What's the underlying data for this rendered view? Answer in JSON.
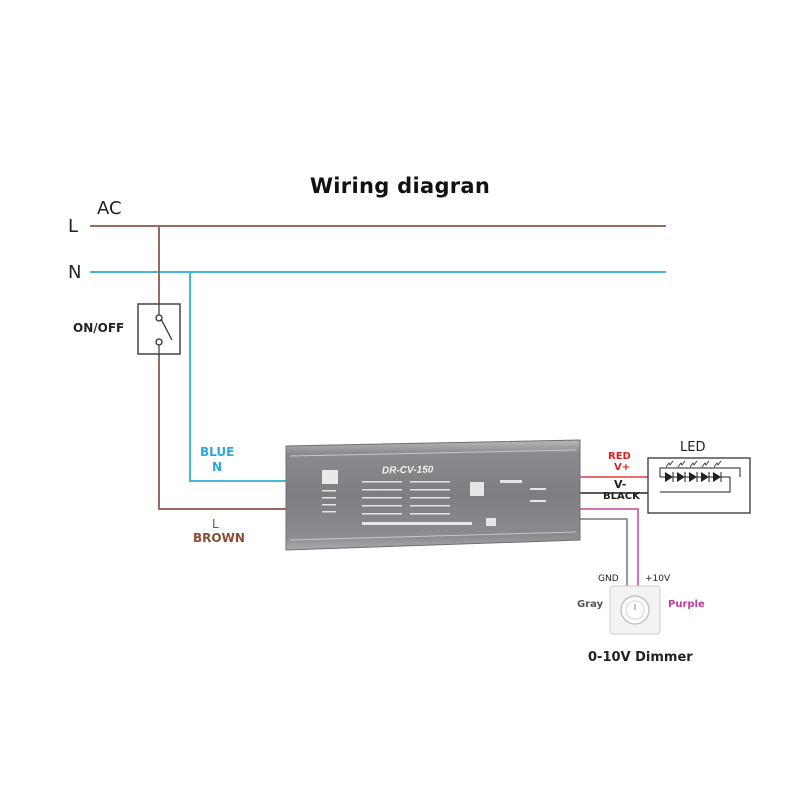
{
  "title": "Wiring diagran",
  "mains": {
    "ac_label": "AC",
    "line_label": "L",
    "neutral_label": "N"
  },
  "switch": {
    "label": "ON/OFF"
  },
  "input_wires": {
    "blue_color_label": "BLUE",
    "blue_terminal": "N",
    "brown_terminal": "L",
    "brown_color_label": "BROWN"
  },
  "driver": {
    "model": "DR-CV-150"
  },
  "load": {
    "name": "LED",
    "red_color_label": "RED",
    "positive_terminal": "V+",
    "negative_terminal": "V-",
    "black_color_label": "BLACK"
  },
  "dimmer": {
    "name": "0-10V Dimmer",
    "gnd_label": "GND",
    "plus_label": "+10V",
    "gray_label": "Gray",
    "purple_label": "Purple"
  },
  "colors": {
    "line_brown": "#9a6b5c",
    "neutral_blue": "#45b8d6",
    "red_wire": "#e23b3b",
    "black_wire": "#222222",
    "purple_wire": "#c7429b",
    "gray_wire": "#777777",
    "label_red": "#e02020",
    "label_blue": "#2aa8d8",
    "label_brown": "#8b4d33",
    "label_purple": "#c63a9a"
  }
}
